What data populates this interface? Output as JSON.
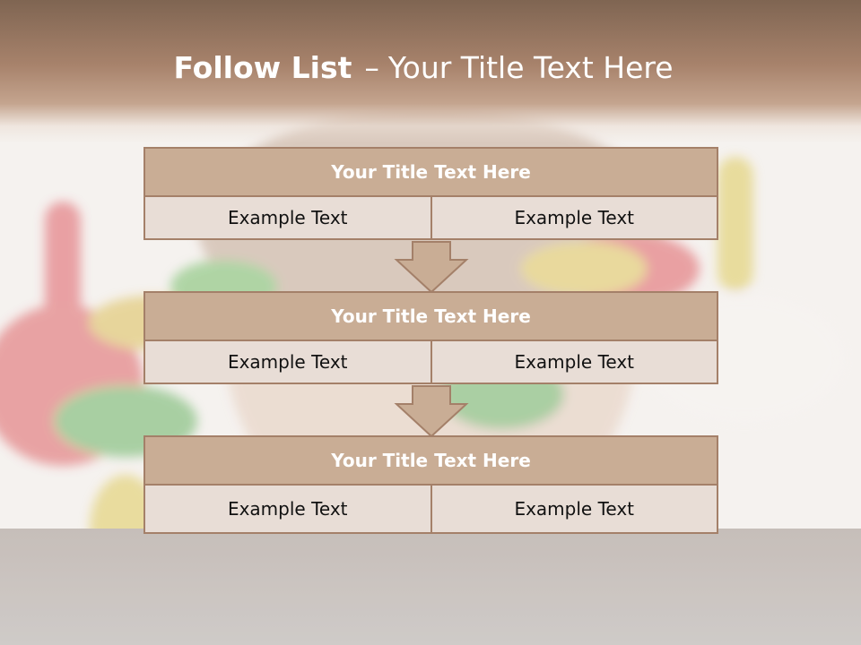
{
  "title": {
    "bold": "Follow List",
    "separator": "–",
    "rest": "Your Title Text Here"
  },
  "blocks": [
    {
      "title": "Your Title Text Here",
      "left": "Example Text",
      "right": "Example Text"
    },
    {
      "title": "Your Title Text Here",
      "left": "Example Text",
      "right": "Example Text"
    },
    {
      "title": "Your Title Text Here",
      "left": "Example Text",
      "right": "Example Text"
    }
  ],
  "colors": {
    "header_brown": "#a7826b",
    "block_title_fill": "#c9ad95",
    "cell_fill": "#e8ddd6",
    "border": "#a48069"
  }
}
